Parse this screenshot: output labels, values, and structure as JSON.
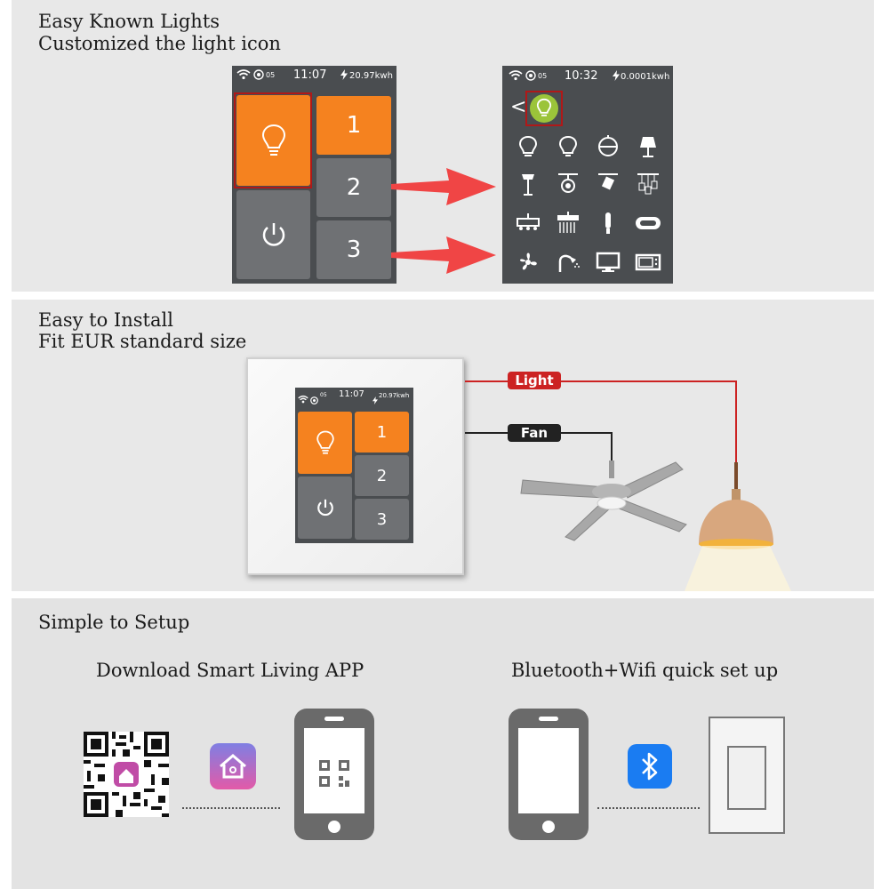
{
  "section1": {
    "title_line1": "Easy Known Lights",
    "title_line2": "Customized the light icon",
    "screen_a": {
      "signal": "05",
      "time": "11:07",
      "energy": "20.97kwh",
      "btn1": "1",
      "btn2": "2",
      "btn3": "3"
    },
    "screen_b": {
      "signal": "05",
      "time": "10:32",
      "energy": "0.0001kwh",
      "back": "<"
    },
    "icon_grid": [
      "bulb-icon",
      "bulb-outline-icon",
      "globe-lamp-icon",
      "table-lamp-icon",
      "floor-lamp-icon",
      "spotlight-icon",
      "track-light-icon",
      "pendant-lights-icon",
      "ceiling-light-icon",
      "bath-heater-icon",
      "tube-light-icon",
      "panel-light-icon",
      "fan-icon",
      "shower-icon",
      "tv-icon",
      "microwave-icon"
    ]
  },
  "section2": {
    "title_line1": "Easy to Install",
    "title_line2": "Fit EUR standard size",
    "screen": {
      "signal": "05",
      "time": "11:07",
      "energy": "20.97kwh",
      "btn1": "1",
      "btn2": "2",
      "btn3": "3"
    },
    "light_label": "Light",
    "fan_label": "Fan"
  },
  "section3": {
    "title": "Simple to Setup",
    "left_heading": "Download Smart Living APP",
    "right_heading": "Bluetooth+Wifi quick set up"
  },
  "colors": {
    "orange": "#f5821f",
    "screen": "#4a4d50",
    "tile_gray": "#6f7174",
    "red_wire": "#cc2222",
    "bluetooth": "#1a7cf2"
  }
}
